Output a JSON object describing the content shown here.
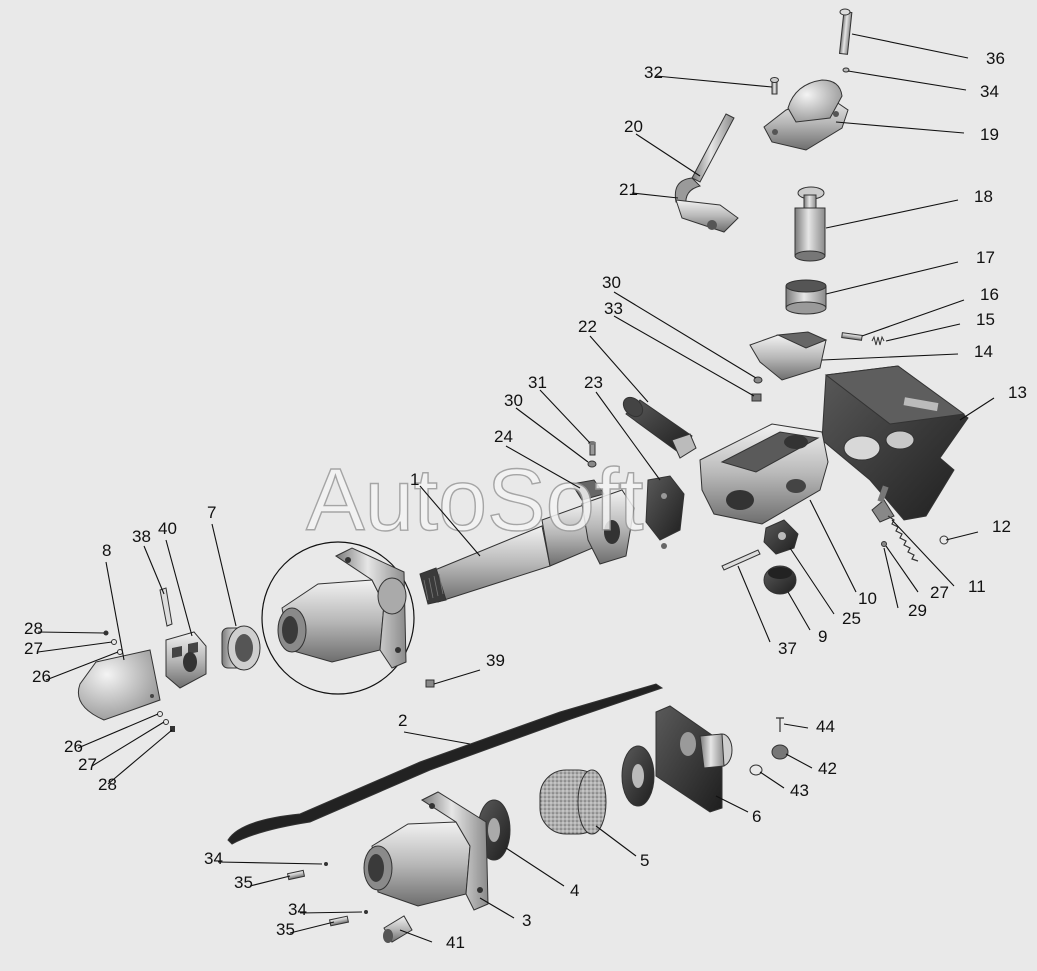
{
  "watermark": "AutoSoft",
  "callouts": [
    {
      "id": "c1",
      "text": "1"
    },
    {
      "id": "c2",
      "text": "2"
    },
    {
      "id": "c3",
      "text": "3"
    },
    {
      "id": "c4",
      "text": "4"
    },
    {
      "id": "c5",
      "text": "5"
    },
    {
      "id": "c6",
      "text": "6"
    },
    {
      "id": "c7",
      "text": "7"
    },
    {
      "id": "c8",
      "text": "8"
    },
    {
      "id": "c9",
      "text": "9"
    },
    {
      "id": "c10",
      "text": "10"
    },
    {
      "id": "c11",
      "text": "11"
    },
    {
      "id": "c12",
      "text": "12"
    },
    {
      "id": "c13",
      "text": "13"
    },
    {
      "id": "c14",
      "text": "14"
    },
    {
      "id": "c15",
      "text": "15"
    },
    {
      "id": "c16",
      "text": "16"
    },
    {
      "id": "c17",
      "text": "17"
    },
    {
      "id": "c18",
      "text": "18"
    },
    {
      "id": "c19",
      "text": "19"
    },
    {
      "id": "c20",
      "text": "20"
    },
    {
      "id": "c21",
      "text": "21"
    },
    {
      "id": "c22",
      "text": "22"
    },
    {
      "id": "c23",
      "text": "23"
    },
    {
      "id": "c24",
      "text": "24"
    },
    {
      "id": "c25",
      "text": "25"
    },
    {
      "id": "c26a",
      "text": "26"
    },
    {
      "id": "c26b",
      "text": "26"
    },
    {
      "id": "c27a",
      "text": "27"
    },
    {
      "id": "c27b",
      "text": "27"
    },
    {
      "id": "c27c",
      "text": "27"
    },
    {
      "id": "c28a",
      "text": "28"
    },
    {
      "id": "c28b",
      "text": "28"
    },
    {
      "id": "c29",
      "text": "29"
    },
    {
      "id": "c30a",
      "text": "30"
    },
    {
      "id": "c30b",
      "text": "30"
    },
    {
      "id": "c31",
      "text": "31"
    },
    {
      "id": "c32",
      "text": "32"
    },
    {
      "id": "c33",
      "text": "33"
    },
    {
      "id": "c34a",
      "text": "34"
    },
    {
      "id": "c34b",
      "text": "34"
    },
    {
      "id": "c34c",
      "text": "34"
    },
    {
      "id": "c35a",
      "text": "35"
    },
    {
      "id": "c35b",
      "text": "35"
    },
    {
      "id": "c36",
      "text": "36"
    },
    {
      "id": "c37",
      "text": "37"
    },
    {
      "id": "c38",
      "text": "38"
    },
    {
      "id": "c39",
      "text": "39"
    },
    {
      "id": "c40",
      "text": "40"
    },
    {
      "id": "c41",
      "text": "41"
    },
    {
      "id": "c42",
      "text": "42"
    },
    {
      "id": "c43",
      "text": "43"
    },
    {
      "id": "c44",
      "text": "44"
    }
  ]
}
